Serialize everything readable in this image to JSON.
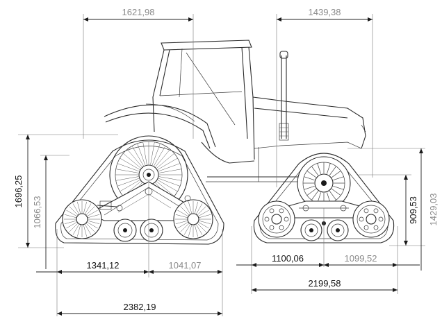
{
  "dimensions": {
    "top_left": "1621,98",
    "top_right": "1439,38",
    "left_total_height": "1696,25",
    "left_inner_height": "1066,53",
    "right_inner_height": "909,53",
    "right_total_height": "1429,03",
    "front_half_length": "1341,12",
    "front_rear_part": "1041,07",
    "rear_front_part": "1100,06",
    "rear_rear_part": "1099,52",
    "rear_track_length": "2199,58",
    "front_track_length": "2382,19"
  },
  "colors": {
    "line": "#2a2a2a",
    "dimension_grey": "#8a8a8a",
    "dimension_dark": "#111111"
  }
}
